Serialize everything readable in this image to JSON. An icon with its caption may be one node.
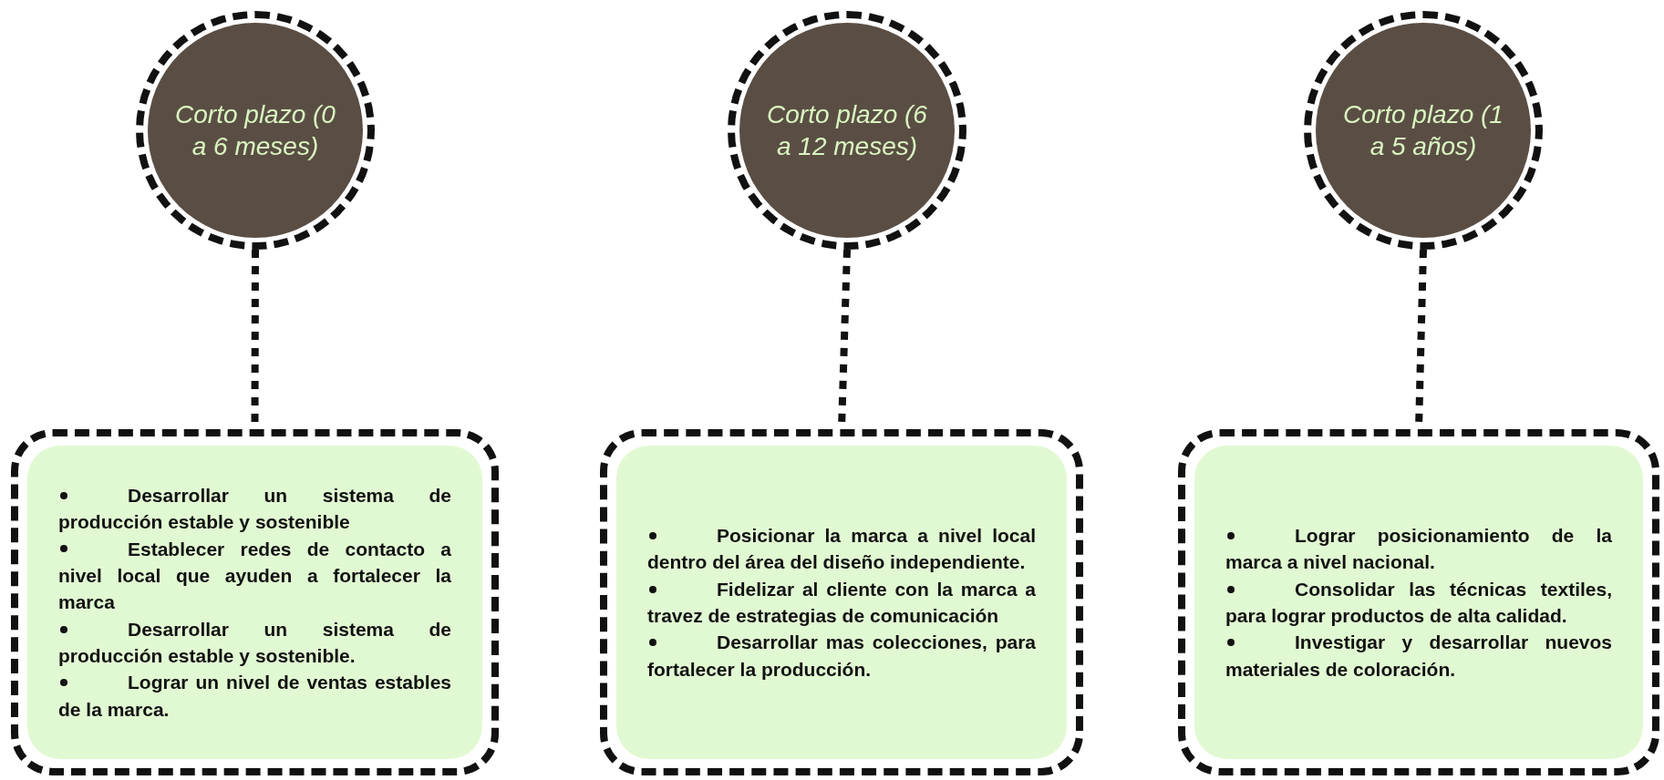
{
  "diagram": {
    "nodes": [
      {
        "text": [
          "Corto plazo (0 a 6 meses)"
        ]
      },
      {
        "text": [
          "Corto plazo (6 a 12 meses)"
        ]
      },
      {
        "text": [
          "Corto plazo (1 a 5 años)"
        ]
      },
      {
        "text": [
          "Desarrollar un sistema de producción estable y sostenible",
          "Establecer redes de contacto a nivel local que ayuden a fortalecer la marca",
          "Desarrollar un sistema de producción estable y sostenible.",
          "Lograr un nivel de ventas estables de la marca."
        ]
      },
      {
        "text": [
          "Posicionar la marca a nivel local dentro del área del diseño independiente.",
          "Fidelizar al cliente con la marca a travez de estrategias de comunicación",
          "Desarrollar mas colecciones, para fortalecer la producción."
        ]
      },
      {
        "text": [
          "Lograr posicionamiento de la marca a nivel nacional.",
          "Consolidar las técnicas textiles, para lograr productos de alta calidad.",
          "Investigar y desarrollar nuevos materiales de coloración."
        ]
      }
    ],
    "edges": [
      {
        "from": 0,
        "to": 3,
        "arrow": "none",
        "style": "dashed"
      },
      {
        "from": 1,
        "to": 4,
        "arrow": "none",
        "style": "dashed"
      },
      {
        "from": 2,
        "to": 5,
        "arrow": "none",
        "style": "dashed"
      }
    ]
  }
}
